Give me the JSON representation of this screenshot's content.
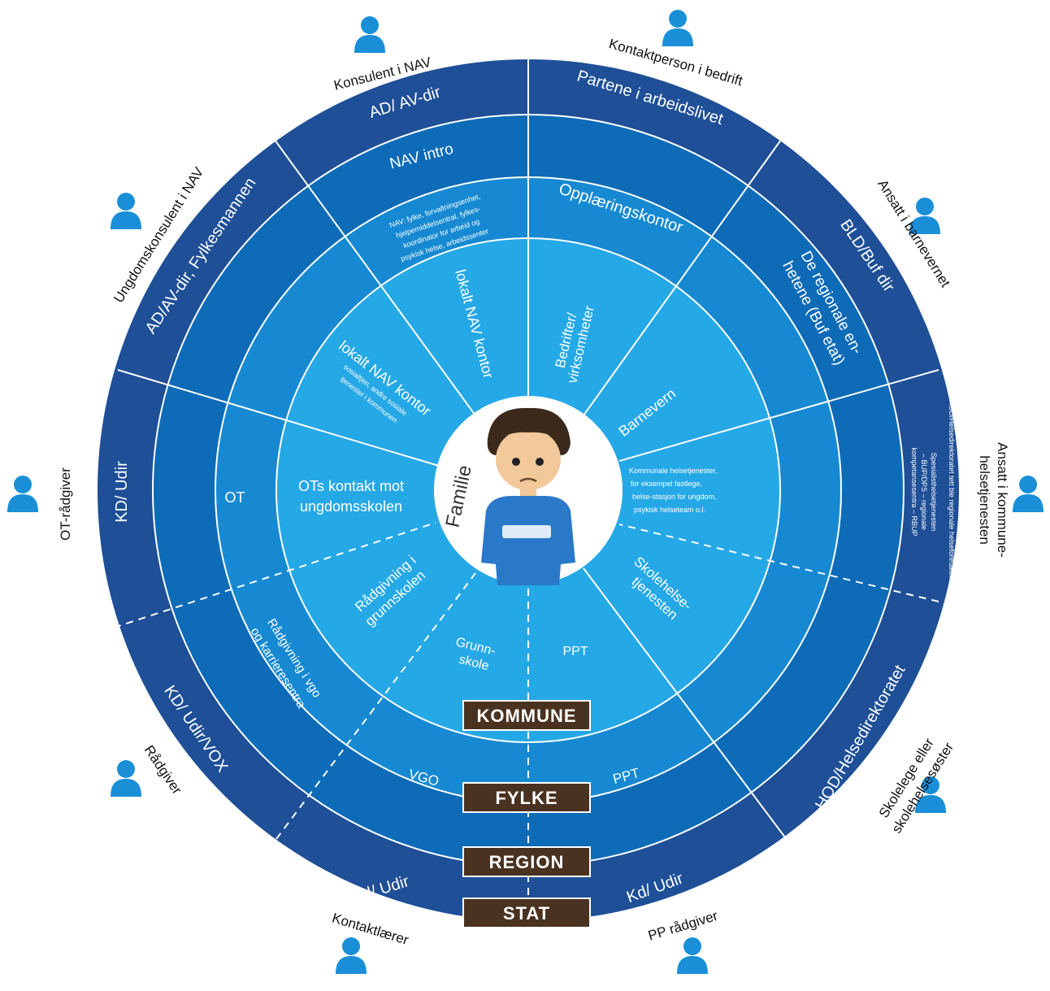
{
  "center": {
    "label": "Familie",
    "shirt_text": ""
  },
  "levels": [
    "KOMMUNE",
    "FYLKE",
    "REGION",
    "STAT"
  ],
  "ring_stat": {
    "top_left": "AD/ AV-dir",
    "top_right": "Partene i arbeidslivet",
    "upper_left": "AD/AV-dir, Fylkesmannen",
    "upper_right": "BLD/Buf dir",
    "left": "KD/ Udir",
    "right": "HOD/Helsedirektoratet tett ble regionale helseforetakene",
    "lower_left": "KD/ Udir/VOX",
    "lower_right": "HOD/Helsedirektoratet",
    "bottom_left": "Kd/ Udir",
    "bottom_right": "Kd/ Udir"
  },
  "ring_region": {
    "top_left": "NAV intro",
    "upper_right": "De regionale en-",
    "upper_right_2": "hetene (Buf etat)",
    "right_1": "Spesialisthelsetjenesten",
    "right_2": "– BUP/DPS – regionale",
    "right_3": "kompetansesentra – RBUP"
  },
  "ring_fylke": {
    "nav_1": "NAV: fylke, forvaltningsenhet,",
    "nav_2": "hjelpemiddelsentral, fylkes-",
    "nav_3": "koordinator for arbeid og",
    "nav_4": "psykisk helse, arbeidssenter",
    "opplaering": "Opplæringskontor",
    "ot": "OT",
    "radgivning_vgo_1": "Rådgivning i vgo",
    "radgivning_vgo_2": "og karrieresentra",
    "vgo": "VGO",
    "ppt": "PPT"
  },
  "ring_kommune": {
    "lokalt_nav_kontor": "lokalt NAV kontor",
    "bedrifter_1": "Bedrifter/",
    "bedrifter_2": "virksomheter",
    "barnevern": "Barnevern",
    "lokalt_nav_2": "lokalt NAV kontor",
    "lokalt_nav_2_sub1": "sosialtjen, andre sosiale",
    "lokalt_nav_2_sub2": "tjenester i kommunen",
    "kommunale_1": "Kommunale helsetjenester,",
    "kommunale_2": "for eksempel fastlege,",
    "kommunale_3": "helse-stasjon for ungdom,",
    "kommunale_4": "psykisk helseteam o.l.",
    "ots_kontakt_1": "OTs kontakt mot",
    "ots_kontakt_2": "ungdomsskolen",
    "radgivning_grunnskolen_1": "Rådgivning i",
    "radgivning_grunnskolen_2": "grunnskolen",
    "skolehelse_1": "Skolehelse-",
    "skolehelse_2": "tjenesten",
    "grunnskole_1": "Grunn-",
    "grunnskole_2": "skole",
    "ppt": "PPT"
  },
  "roles": {
    "konsulent_nav": "Konsulent i NAV",
    "kontaktperson_bedrift": "Kontaktperson i bedrift",
    "ungdomskonsulent": "Ungdomskonsulent i NAV",
    "ansatt_barnevernet": "Ansatt i barnevernet",
    "ot_radgiver": "OT-rådgiver",
    "ansatt_kommune_1": "Ansatt i kommune-",
    "ansatt_kommune_2": "helsetjenesten",
    "radgiver": "Rådgiver",
    "skolelege_1": "Skolelege eller",
    "skolelege_2": "skolehelsesøster",
    "kontaktlaerer": "Kontaktlærer",
    "pp_radgiver": "PP rådgiver"
  },
  "colors": {
    "stat": "#1e4f97",
    "region": "#0d6bb8",
    "fylke": "#1689d2",
    "kommune": "#25a8e6",
    "person": "#1a8fd8",
    "level_box": "#4a3220"
  }
}
